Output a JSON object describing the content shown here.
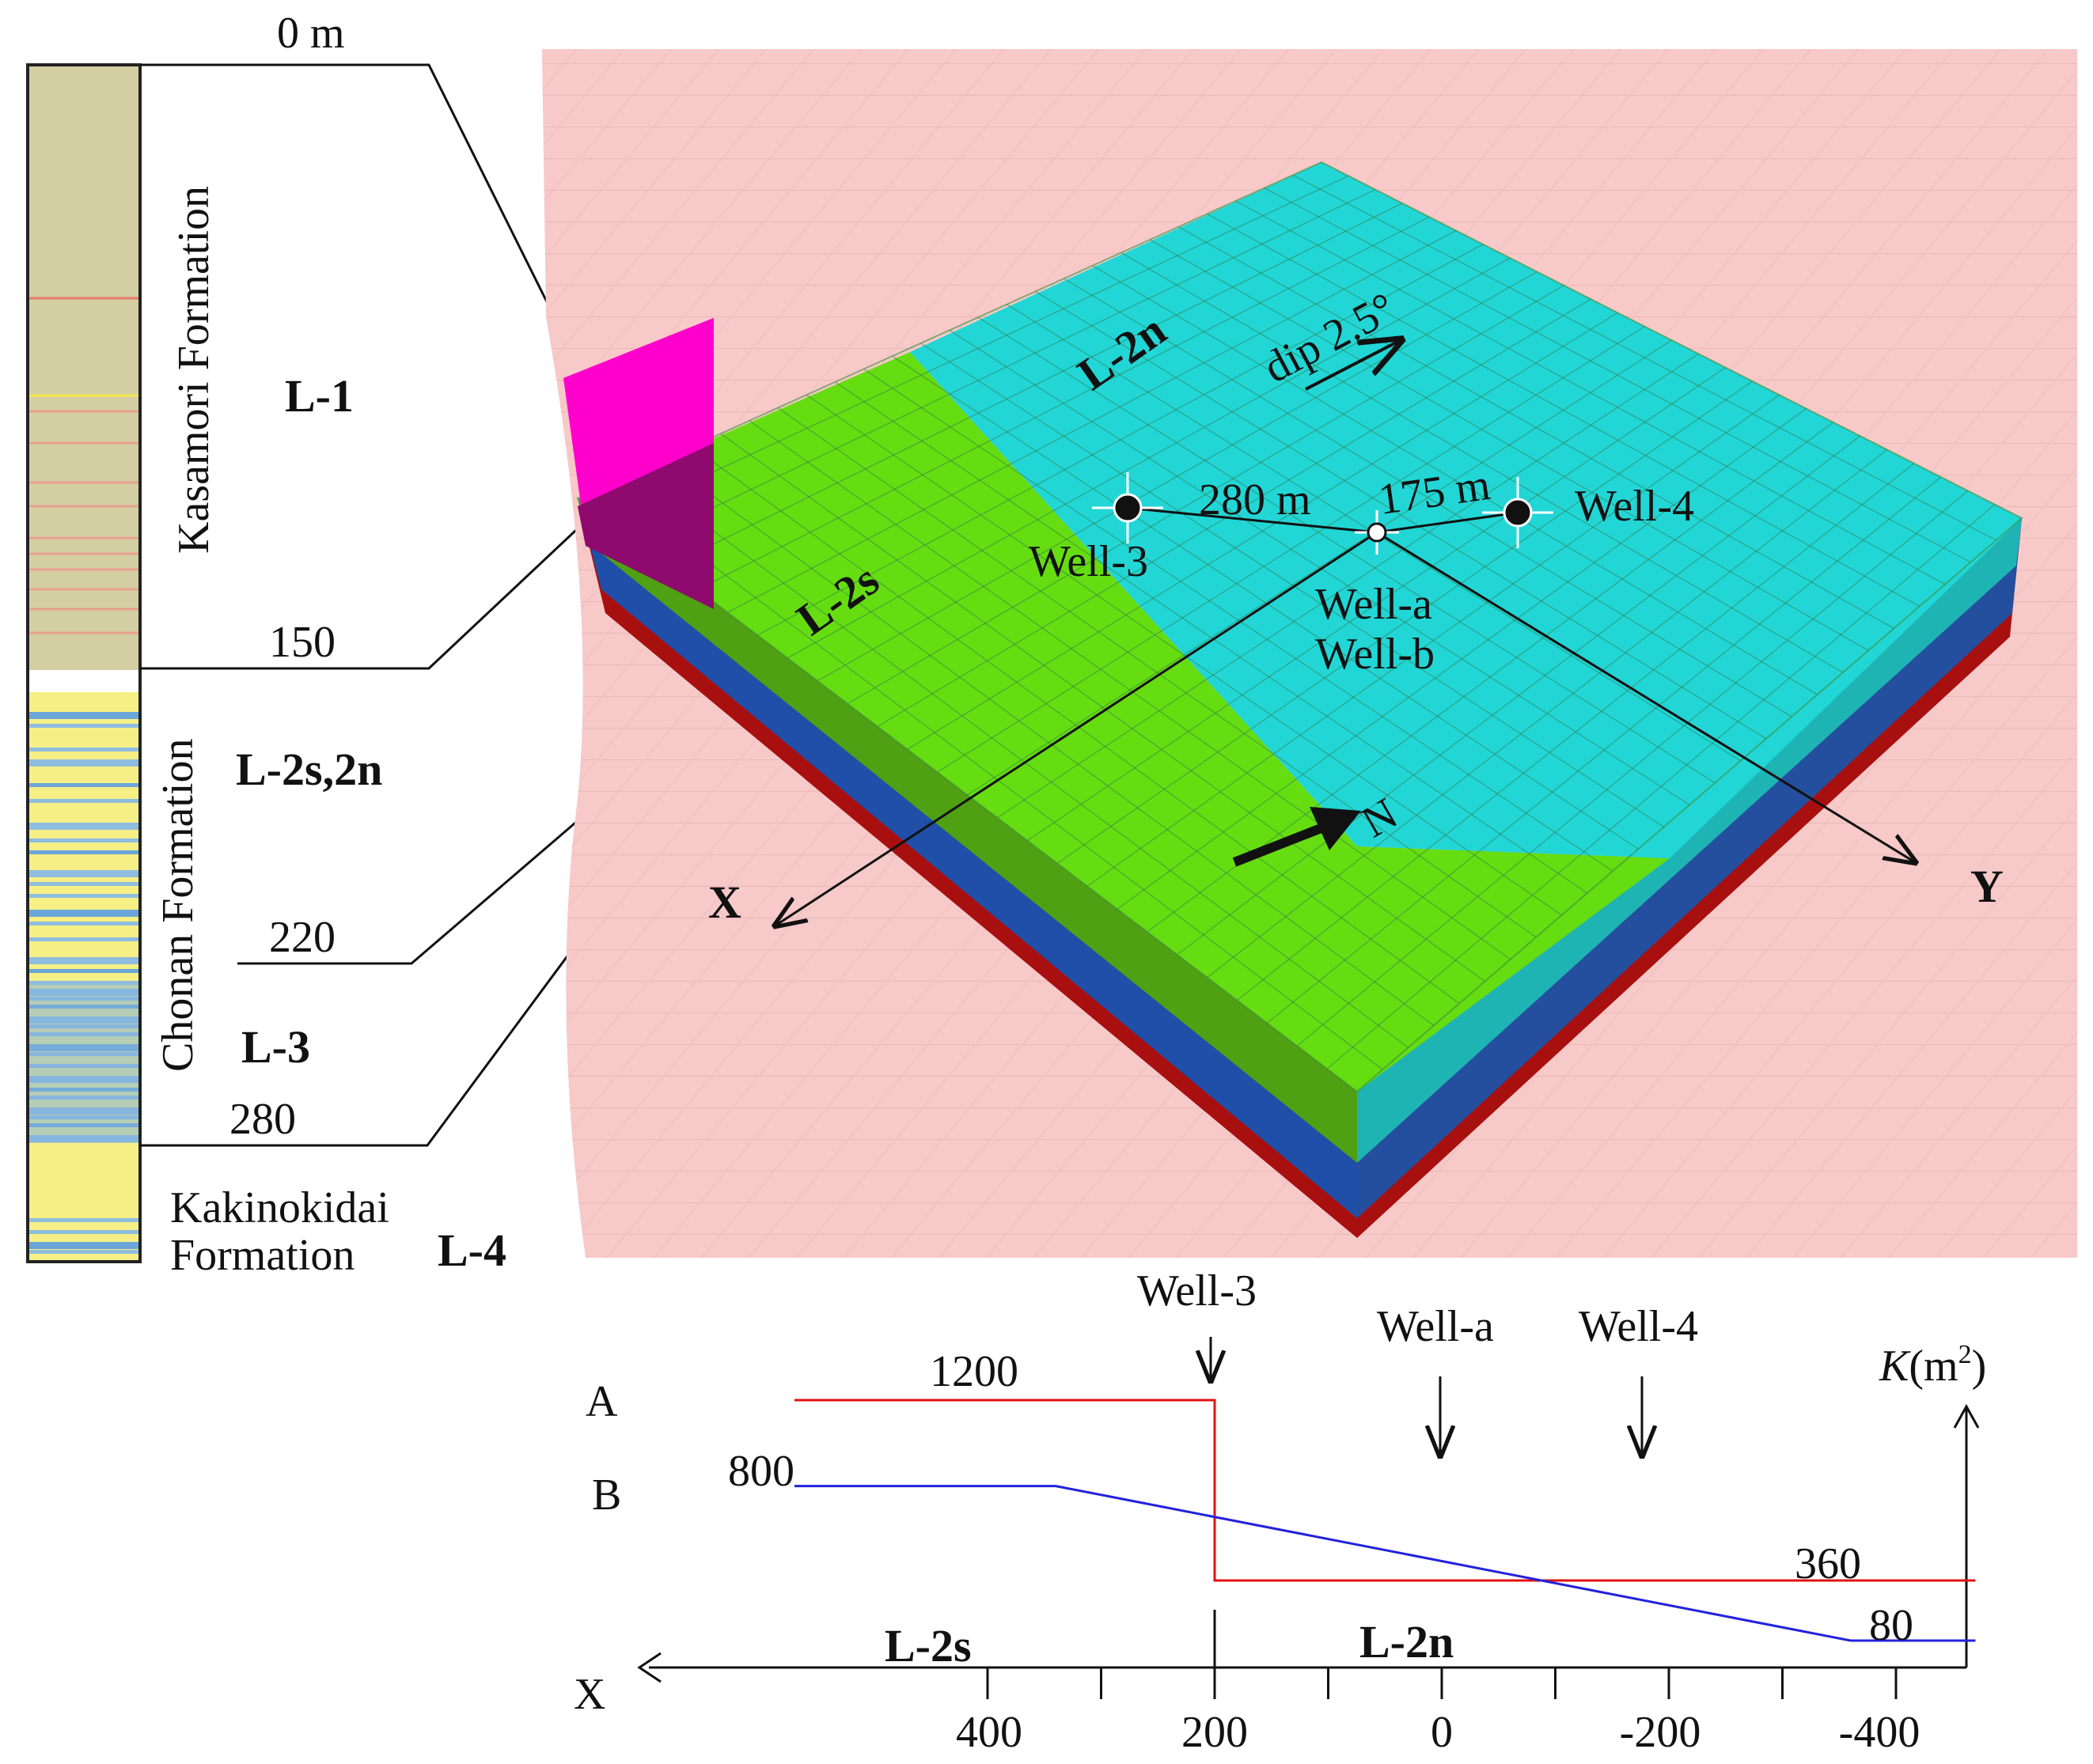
{
  "column": {
    "depth_labels": [
      "0 m",
      "150",
      "220",
      "280"
    ],
    "formations": [
      "Kasamori Formation",
      "Chonan Formation",
      "Kakinokidai",
      "Formation"
    ],
    "layers": [
      "L-1",
      "L-2s,2n",
      "L-3",
      "L-4"
    ]
  },
  "model": {
    "zones": [
      "L-2s",
      "L-2n"
    ],
    "dip_label": "dip 2.5°",
    "distances": [
      "280 m",
      "175 m"
    ],
    "wells": [
      "Well-3",
      "Well-4",
      "Well-a",
      "Well-b"
    ],
    "axes": [
      "X",
      "Y"
    ],
    "north": "N",
    "colors": {
      "background": "#f7c9c9",
      "l2s": "#66dd11",
      "l2n": "#22d6d6",
      "l1_wall": "#ff00cc",
      "l3": "#1f4fa8",
      "l4": "#a80f0f"
    }
  },
  "profile": {
    "well_markers": [
      "Well-3",
      "Well-a",
      "Well-4"
    ],
    "curve_labels": [
      "A",
      "B"
    ],
    "y_axis_label_k": "K",
    "y_axis_label_unit": "(m",
    "y_axis_label_sup": "2",
    "y_axis_label_close": ")",
    "x_axis_label": "X",
    "zones": [
      "L-2s",
      "L-2n"
    ],
    "tick_labels": [
      "400",
      "200",
      "0",
      "-200",
      "-400"
    ],
    "curve_A": {
      "name": "A",
      "color": "#e11111",
      "value_labels": [
        "1200",
        "360"
      ],
      "points": [
        [
          570,
          1200
        ],
        [
          200,
          1200
        ],
        [
          200,
          360
        ],
        [
          -470,
          360
        ]
      ]
    },
    "curve_B": {
      "name": "B",
      "color": "#2222dd",
      "value_labels": [
        "800",
        "80"
      ],
      "points": [
        [
          570,
          800
        ],
        [
          340,
          800
        ],
        [
          -360,
          80
        ],
        [
          -470,
          80
        ]
      ]
    }
  }
}
